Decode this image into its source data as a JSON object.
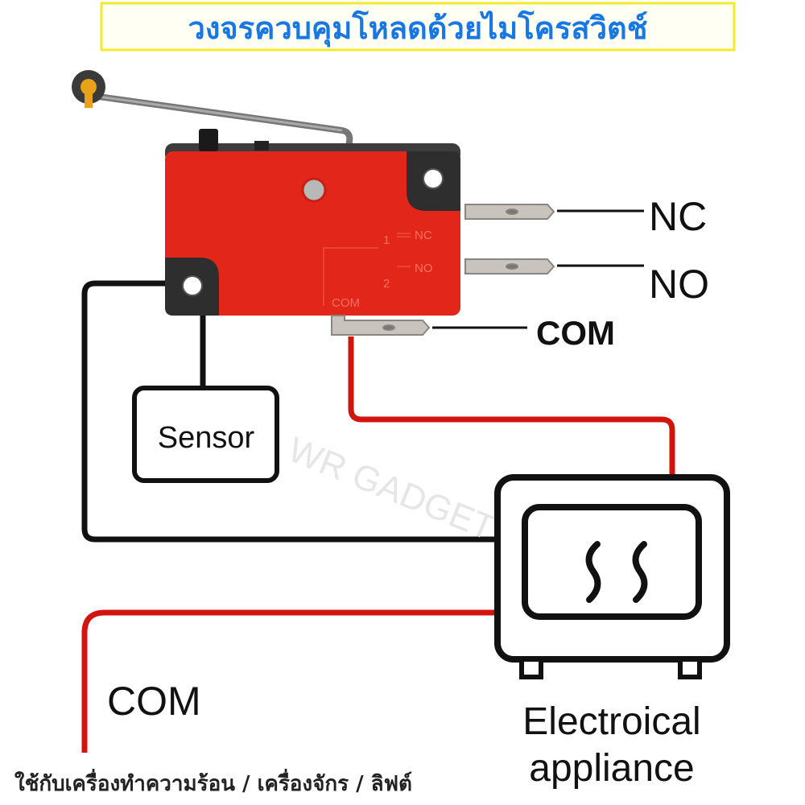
{
  "title": "วงจรควบคุมโหลดด้วยไมโครสวิตช์",
  "switch": {
    "embossed": {
      "pin1": "1",
      "pin2": "2",
      "nc": "NC",
      "no": "NO",
      "com": "COM"
    }
  },
  "terminals": {
    "nc": "NC",
    "no": "NO",
    "com": "COM"
  },
  "sensor_label": "Sensor",
  "supply_label": "COM",
  "appliance": {
    "line1": "Electroical",
    "line2": "appliance"
  },
  "footer": "ใช้กับเครื่องทำความร้อน / เครื่องจักร / ลิฟต์",
  "watermark": "WR GADGET",
  "colors": {
    "title": "#1877e0",
    "title_border": "#f2ea2a",
    "switch_body": "#e2261a",
    "wire_red": "#d0150f",
    "wire_black": "#111111"
  }
}
